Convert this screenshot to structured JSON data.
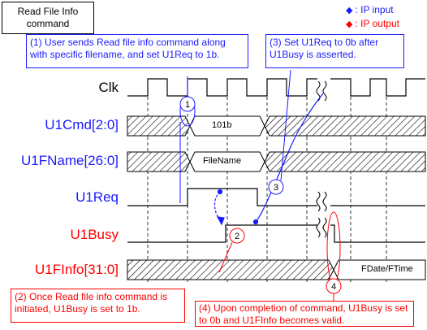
{
  "title": "Read File Info command",
  "legend": {
    "input": {
      "text": ": IP input",
      "color": "#1a1aff"
    },
    "output": {
      "text": ": IP output",
      "color": "#ff0000"
    }
  },
  "signals": [
    {
      "name": "Clk",
      "color": "#000000"
    },
    {
      "name": "U1Cmd[2:0]",
      "color": "#1a1aff"
    },
    {
      "name": "U1FName[26:0]",
      "color": "#1a1aff"
    },
    {
      "name": "U1Req",
      "color": "#1a1aff"
    },
    {
      "name": "U1Busy",
      "color": "#ff0000"
    },
    {
      "name": "U1FInfo[31:0]",
      "color": "#ff0000"
    }
  ],
  "bus_values": {
    "cmd": "101b",
    "fname": "FileName",
    "finfo": "FDate/FTime"
  },
  "notes": [
    {
      "num": "1",
      "text": "(1) User sends Read file info command along with specific filename, and set U1Req to 1b.",
      "color": "#1a1aff"
    },
    {
      "num": "2",
      "text": "(2) Once Read file info command is initiated, U1Busy is set to 1b.",
      "color": "#ff0000"
    },
    {
      "num": "3",
      "text": "(3) Set U1Req to 0b after U1Busy is asserted.",
      "color": "#1a1aff"
    },
    {
      "num": "4",
      "text": "(4) Upon completion of command, U1Busy is set to 0b and U1FInfo becomes valid.",
      "color": "#ff0000"
    }
  ]
}
